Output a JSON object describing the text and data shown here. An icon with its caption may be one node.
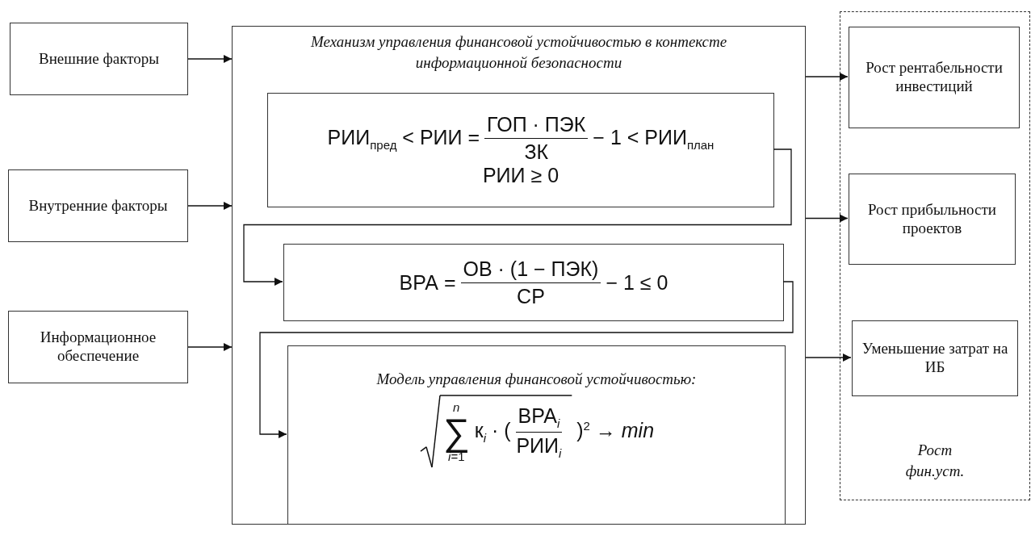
{
  "diagram": {
    "nodes": [
      {
        "text": [
          "Внешние факторы"
        ]
      },
      {
        "text": [
          "Внутренние факторы"
        ]
      },
      {
        "text": [
          "Информационное обеспечение"
        ]
      },
      {
        "text": [
          "Механизм управления финансовой устойчивостью в контексте информационной безопасности"
        ]
      },
      {
        "text": [
          "РИИ$_{пред}$ < РИИ =",
          "ГОП · ПЭК",
          "ЗК",
          "− 1 < РИИ$_{план}$",
          "РИИ ≥ 0"
        ],
        "in": 3
      },
      {
        "text": [
          "ВРА =",
          "ОВ · (1 − ПЭК)",
          "СР",
          "− 1 ≤ 0"
        ],
        "in": 3
      },
      {
        "text": [
          "Модель управления финансовой устойчивостью:",
          "n",
          "∑",
          "*i*=1",
          "к$_{i}$ · (",
          "ВРА$_{i}$",
          "РИИ$_{i}$",
          ")$^{2}$ → *min*"
        ],
        "in": 3
      },
      {
        "text": [
          "Рост фин.уст."
        ]
      },
      {
        "text": [
          "Рост рентабельности инвестиций"
        ],
        "in": 7
      },
      {
        "text": [
          "Рост прибыльности проектов"
        ],
        "in": 7
      },
      {
        "text": [
          "Уменьшение затрат на ИБ"
        ],
        "in": 7
      }
    ],
    "edges": [
      {
        "from": 0,
        "to": 3,
        "arrow": "to"
      },
      {
        "from": 1,
        "to": 3,
        "arrow": "to"
      },
      {
        "from": 2,
        "to": 3,
        "arrow": "to"
      },
      {
        "from": 4,
        "to": 5,
        "arrow": "to"
      },
      {
        "from": 5,
        "to": 6,
        "arrow": "to"
      },
      {
        "from": 3,
        "to": 8,
        "arrow": "to"
      },
      {
        "from": 3,
        "to": 9,
        "arrow": "to"
      },
      {
        "from": 3,
        "to": 10,
        "arrow": "to"
      }
    ]
  }
}
